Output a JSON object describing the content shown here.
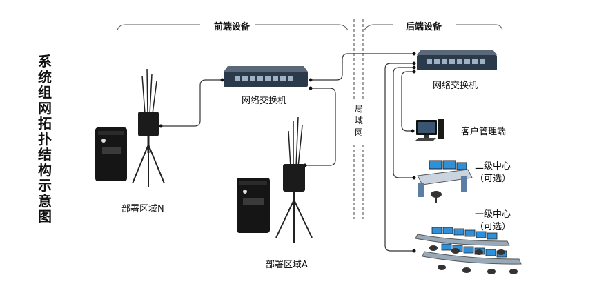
{
  "title": "系统组网拓扑结构示意图",
  "sections": {
    "front": "前端设备",
    "back": "后端设备"
  },
  "lan_label": "局域网",
  "front_switch_label": "网络交换机",
  "back_switch_label": "网络交换机",
  "deployment_n": "部署区域N",
  "deployment_a": "部署区域A",
  "client_label": "客户管理端",
  "level2": {
    "name": "二级中心",
    "note": "（可选）"
  },
  "level1": {
    "name": "一级中心",
    "note": "（可选）"
  },
  "colors": {
    "line": "#333333",
    "switch": "#2b3a4a",
    "console_blue": "#2f8fd8",
    "case": "#151515"
  }
}
